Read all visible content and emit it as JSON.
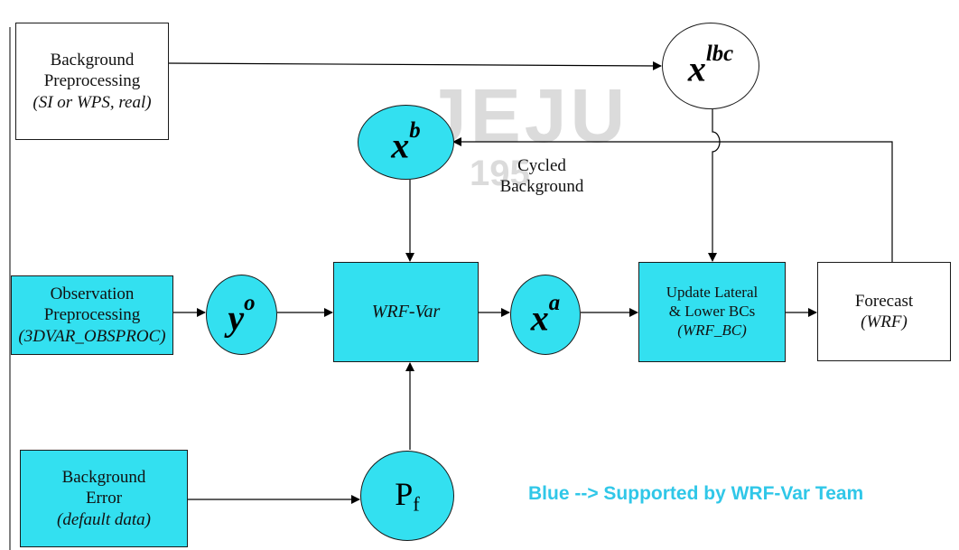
{
  "watermark": {
    "text": "JEJU",
    "year_fragment": "195"
  },
  "boxes": {
    "background_preprocessing": {
      "line1": "Background",
      "line2": "Preprocessing",
      "line3": "(SI or WPS, real)"
    },
    "observation_preprocessing": {
      "line1": "Observation",
      "line2": "Preprocessing",
      "line3": "(3DVAR_OBSPROC)"
    },
    "background_error": {
      "line1": "Background",
      "line2": "Error",
      "line3": "(default data)"
    },
    "wrf_var": {
      "line1": "WRF-Var"
    },
    "update_bcs": {
      "line1": "Update Lateral",
      "line2": "& Lower BCs",
      "line3": "(WRF_BC)"
    },
    "forecast": {
      "line1": "Forecast",
      "line2": "(WRF)"
    }
  },
  "circles": {
    "xlbc": {
      "base": "x",
      "sup": "lbc"
    },
    "xb": {
      "base": "x",
      "sup": "b"
    },
    "yo": {
      "base": "y",
      "sup": "o"
    },
    "xa": {
      "base": "x",
      "sup": "a"
    },
    "pf": {
      "base": "P",
      "sub": "f"
    }
  },
  "labels": {
    "cycled_line1": "Cycled",
    "cycled_line2": "Background"
  },
  "legend": {
    "text": "Blue --> Supported by WRF-Var Team"
  },
  "colors": {
    "cyan_fill": "#33e0f0",
    "legend_text": "#30c7e8",
    "stroke": "#1a1a1a"
  }
}
